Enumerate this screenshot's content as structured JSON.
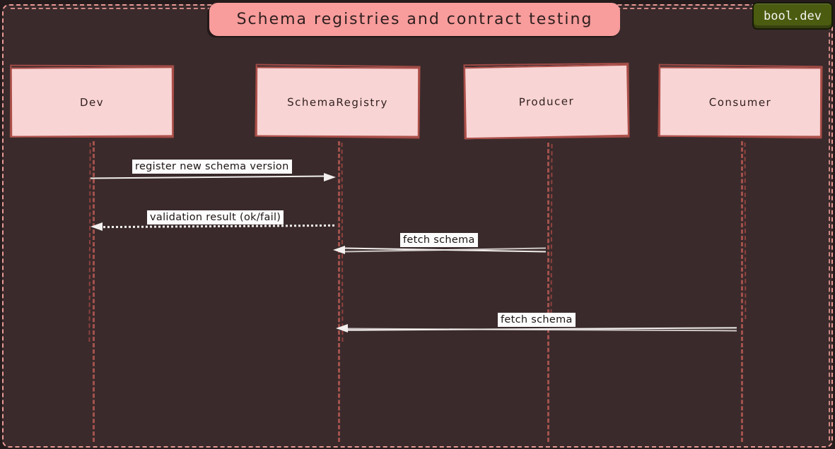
{
  "title": "Schema registries and contract testing",
  "badge": "bool.dev",
  "diagram": {
    "type": "sequence-diagram",
    "participants": [
      {
        "name": "Dev"
      },
      {
        "name": "SchemaRegistry"
      },
      {
        "name": "Producer"
      },
      {
        "name": "Consumer"
      }
    ],
    "messages": [
      {
        "from": "Dev",
        "to": "SchemaRegistry",
        "label": "register new schema version",
        "line_style": "solid"
      },
      {
        "from": "SchemaRegistry",
        "to": "Dev",
        "label": "validation result (ok/fail)",
        "line_style": "dotted"
      },
      {
        "from": "Producer",
        "to": "SchemaRegistry",
        "label": "fetch schema",
        "line_style": "solid"
      },
      {
        "from": "Consumer",
        "to": "SchemaRegistry",
        "label": "fetch schema",
        "line_style": "solid"
      }
    ]
  },
  "colors": {
    "outer_background": "#251b1c",
    "canvas_background": "#3a2a2b",
    "frame_dash": "#ea9a96",
    "title_fill": "#f89c9c",
    "participant_fill": "#f8d4d4",
    "participant_border": "#ad4f49",
    "lifeline": "#a2524d",
    "arrow": "#f2efee",
    "label_background": "#fcfcfc",
    "badge_background": "#4b5b10",
    "badge_text": "#f5f5f0",
    "text_dark": "#2e1f1e"
  }
}
